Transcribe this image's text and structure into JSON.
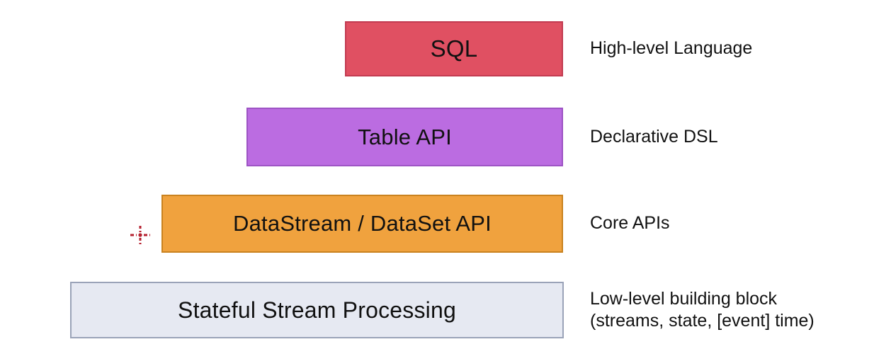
{
  "diagram": {
    "layers": [
      {
        "label": "SQL",
        "annotation": "High-level Language",
        "fill": "#e05062",
        "border": "#c23b51"
      },
      {
        "label": "Table API",
        "annotation": "Declarative DSL",
        "fill": "#bb6ce1",
        "border": "#9d53c4"
      },
      {
        "label": "DataStream / DataSet API",
        "annotation": "Core APIs",
        "fill": "#f0a23e",
        "border": "#c9821f"
      },
      {
        "label": "Stateful Stream Processing",
        "annotation": "Low-level building block\n(streams, state, [event] time)",
        "fill": "#e6e9f2",
        "border": "#9aa3b8"
      }
    ],
    "cursor": {
      "icon": "crosshair-icon",
      "color": "#b5202f"
    }
  }
}
